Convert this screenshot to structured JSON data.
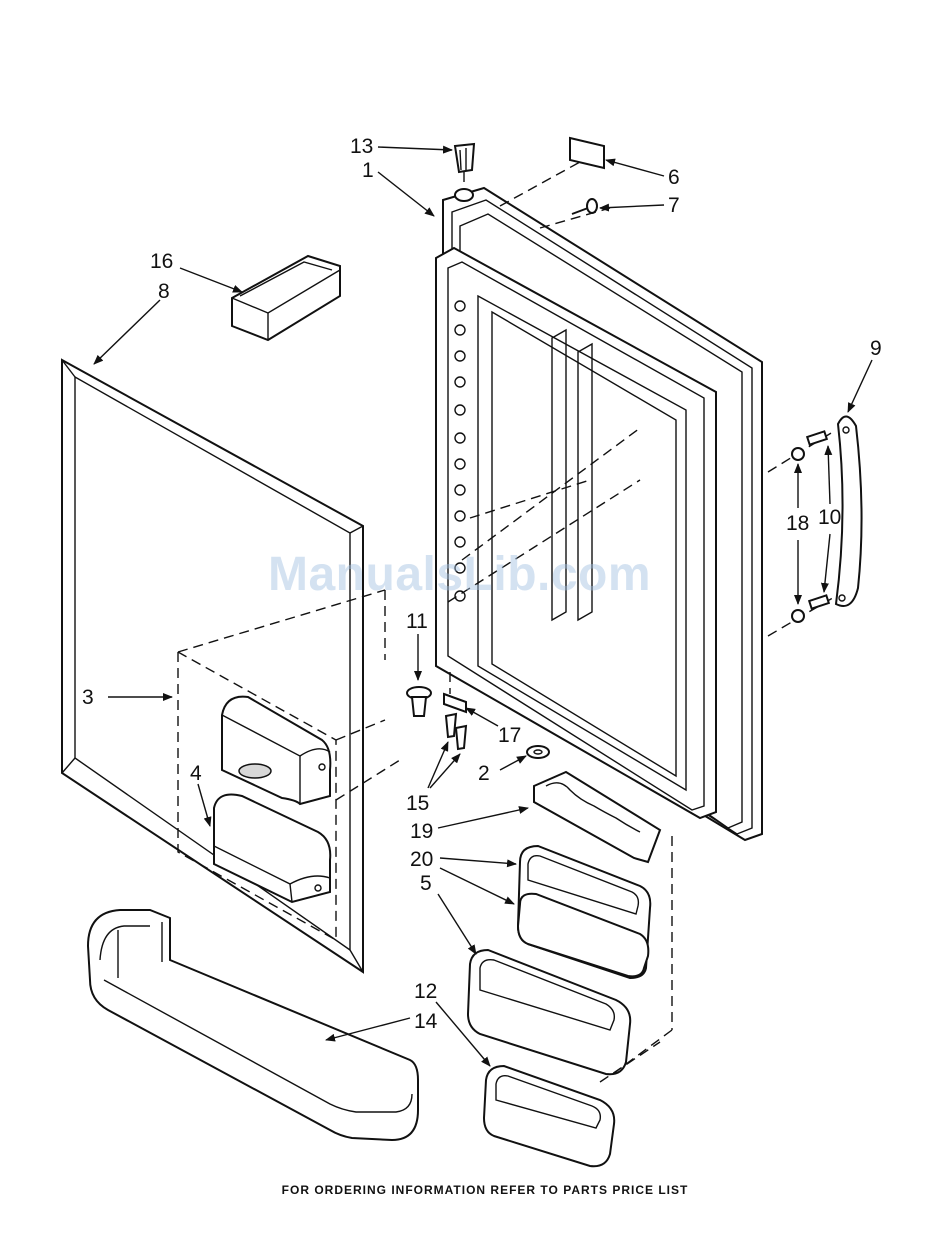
{
  "diagram": {
    "callouts": [
      "1",
      "2",
      "3",
      "4",
      "5",
      "6",
      "7",
      "8",
      "9",
      "10",
      "11",
      "12",
      "13",
      "14",
      "15",
      "16",
      "17",
      "18",
      "19",
      "20"
    ],
    "watermark": "ManualsLib.com",
    "footer": "FOR ORDERING INFORMATION REFER TO PARTS PRICE LIST",
    "colors": {
      "line": "#111111",
      "background": "#ffffff",
      "watermark": "#a0bee1"
    }
  }
}
